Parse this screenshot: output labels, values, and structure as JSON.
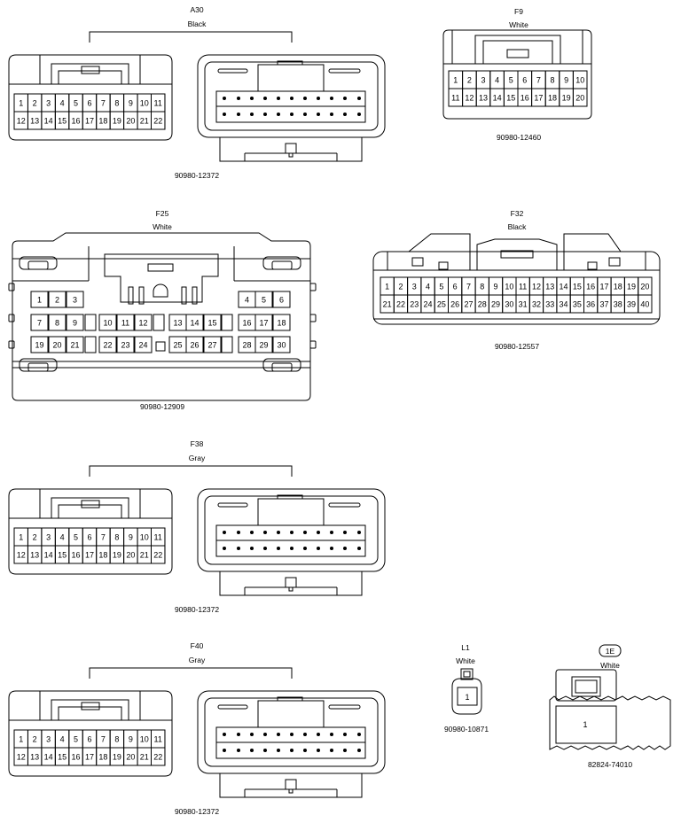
{
  "connectors": [
    {
      "id": "A30",
      "name": "A30",
      "color": "Black",
      "part": "90980-12372",
      "pins_top": [
        "1",
        "2",
        "3",
        "4",
        "5",
        "6",
        "7",
        "8",
        "9",
        "10",
        "11"
      ],
      "pins_bottom": [
        "12",
        "13",
        "14",
        "15",
        "16",
        "17",
        "18",
        "19",
        "20",
        "21",
        "22"
      ]
    },
    {
      "id": "F9",
      "name": "F9",
      "color": "White",
      "part": "90980-12460",
      "pins_top": [
        "1",
        "2",
        "3",
        "4",
        "5",
        "6",
        "7",
        "8",
        "9",
        "10"
      ],
      "pins_bottom": [
        "11",
        "12",
        "13",
        "14",
        "15",
        "16",
        "17",
        "18",
        "19",
        "20"
      ]
    },
    {
      "id": "F25",
      "name": "F25",
      "color": "White",
      "part": "90980-12909",
      "pins": [
        "1",
        "2",
        "3",
        "4",
        "5",
        "6",
        "7",
        "8",
        "9",
        "10",
        "11",
        "12",
        "13",
        "14",
        "15",
        "16",
        "17",
        "18",
        "19",
        "20",
        "21",
        "22",
        "23",
        "24",
        "25",
        "26",
        "27",
        "28",
        "29",
        "30"
      ]
    },
    {
      "id": "F32",
      "name": "F32",
      "color": "Black",
      "part": "90980-12557",
      "pins_top": [
        "1",
        "2",
        "3",
        "4",
        "5",
        "6",
        "7",
        "8",
        "9",
        "10",
        "11",
        "12",
        "13",
        "14",
        "15",
        "16",
        "17",
        "18",
        "19",
        "20"
      ],
      "pins_bottom": [
        "21",
        "22",
        "23",
        "24",
        "25",
        "26",
        "27",
        "28",
        "29",
        "30",
        "31",
        "32",
        "33",
        "34",
        "35",
        "36",
        "37",
        "38",
        "39",
        "40"
      ]
    },
    {
      "id": "F38",
      "name": "F38",
      "color": "Gray",
      "part": "90980-12372",
      "pins_top": [
        "1",
        "2",
        "3",
        "4",
        "5",
        "6",
        "7",
        "8",
        "9",
        "10",
        "11"
      ],
      "pins_bottom": [
        "12",
        "13",
        "14",
        "15",
        "16",
        "17",
        "18",
        "19",
        "20",
        "21",
        "22"
      ]
    },
    {
      "id": "F40",
      "name": "F40",
      "color": "Gray",
      "part": "90980-12372",
      "pins_top": [
        "1",
        "2",
        "3",
        "4",
        "5",
        "6",
        "7",
        "8",
        "9",
        "10",
        "11"
      ],
      "pins_bottom": [
        "12",
        "13",
        "14",
        "15",
        "16",
        "17",
        "18",
        "19",
        "20",
        "21",
        "22"
      ]
    },
    {
      "id": "L1",
      "name": "L1",
      "color": "White",
      "part": "90980-10871",
      "pins": [
        "1"
      ]
    },
    {
      "id": "1E",
      "name": "1E",
      "color": "White",
      "part": "82824-74010",
      "pins": [
        "1"
      ]
    }
  ]
}
